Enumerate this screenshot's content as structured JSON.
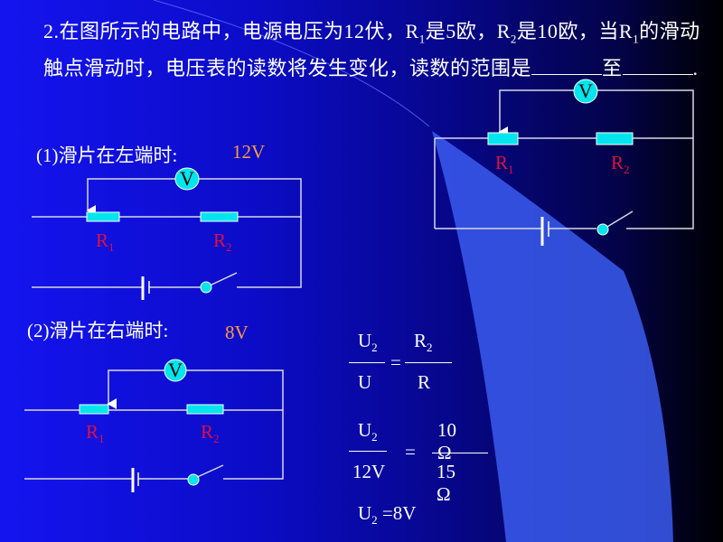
{
  "question": {
    "number": "2.",
    "part1": "在图所示的电路中，电源电压为12伏，R",
    "sub1": "1",
    "part2": "是5欧，R",
    "sub2": "2",
    "part3": "是10欧，当R",
    "sub3": "1",
    "part4": "的滑动触点滑动时，电压表的读数将发生变化，读数的范围是",
    "part5": "至",
    "part6": "."
  },
  "case1": {
    "label": "(1)滑片在左端时:",
    "value": "12V"
  },
  "case2": {
    "label": "(2)滑片在右端时:",
    "value": "8V"
  },
  "circuit": {
    "voltmeter": "V",
    "r1": "R",
    "r1_sub": "1",
    "r2": "R",
    "r2_sub": "2"
  },
  "formula": {
    "u2": "U",
    "u2_sub": "2",
    "u": "U",
    "r2": "R",
    "r2_sub": "2",
    "r": "R",
    "eq": "=",
    "num2": "10 Ω",
    "den_left": "12V",
    "den2": "15 Ω",
    "result": "=8V"
  },
  "colors": {
    "component": "#00e5ee",
    "label": "#e0103c",
    "value": "#ff9a3c"
  }
}
